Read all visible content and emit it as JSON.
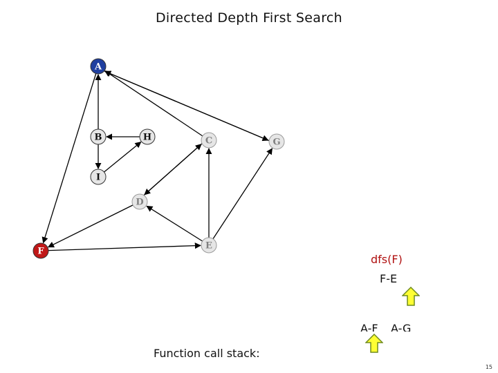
{
  "title": "Directed Depth First Search",
  "nodes": [
    {
      "id": "A",
      "label": "A",
      "state": "start",
      "fill": "#1f3fa0",
      "text": "#ffffff"
    },
    {
      "id": "B",
      "label": "B",
      "state": "visited",
      "fill": "#e6e6e6",
      "text": "#111111"
    },
    {
      "id": "H",
      "label": "H",
      "state": "visited",
      "fill": "#e6e6e6",
      "text": "#111111"
    },
    {
      "id": "C",
      "label": "C",
      "state": "unvisited",
      "fill": "#e6e6e6",
      "text": "#808080"
    },
    {
      "id": "G",
      "label": "G",
      "state": "unvisited",
      "fill": "#e6e6e6",
      "text": "#808080"
    },
    {
      "id": "I",
      "label": "I",
      "state": "visited",
      "fill": "#e6e6e6",
      "text": "#111111"
    },
    {
      "id": "D",
      "label": "D",
      "state": "unvisited",
      "fill": "#e6e6e6",
      "text": "#808080"
    },
    {
      "id": "F",
      "label": "F",
      "state": "current",
      "fill": "#c01818",
      "text": "#ffffff"
    },
    {
      "id": "E",
      "label": "E",
      "state": "unvisited",
      "fill": "#e6e6e6",
      "text": "#808080"
    }
  ],
  "edges": [
    {
      "from": "B",
      "to": "A"
    },
    {
      "from": "B",
      "to": "I"
    },
    {
      "from": "H",
      "to": "B"
    },
    {
      "from": "I",
      "to": "H"
    },
    {
      "from": "C",
      "to": "A"
    },
    {
      "from": "G",
      "to": "A"
    },
    {
      "from": "A",
      "to": "G"
    },
    {
      "from": "A",
      "to": "F"
    },
    {
      "from": "C",
      "to": "D"
    },
    {
      "from": "D",
      "to": "C"
    },
    {
      "from": "E",
      "to": "C"
    },
    {
      "from": "E",
      "to": "D"
    },
    {
      "from": "D",
      "to": "F"
    },
    {
      "from": "F",
      "to": "E"
    },
    {
      "from": "E",
      "to": "G"
    }
  ],
  "call_stack": {
    "dfs_label": "dfs(F)",
    "edge_label": "F-E",
    "partial_labels": [
      "A-F",
      "A-G"
    ],
    "caption": "Function call stack:"
  },
  "colors": {
    "arrow_fill": "#ffff33",
    "arrow_stroke": "#6e8a1e",
    "edge": "#000000"
  },
  "slide_number": "15"
}
